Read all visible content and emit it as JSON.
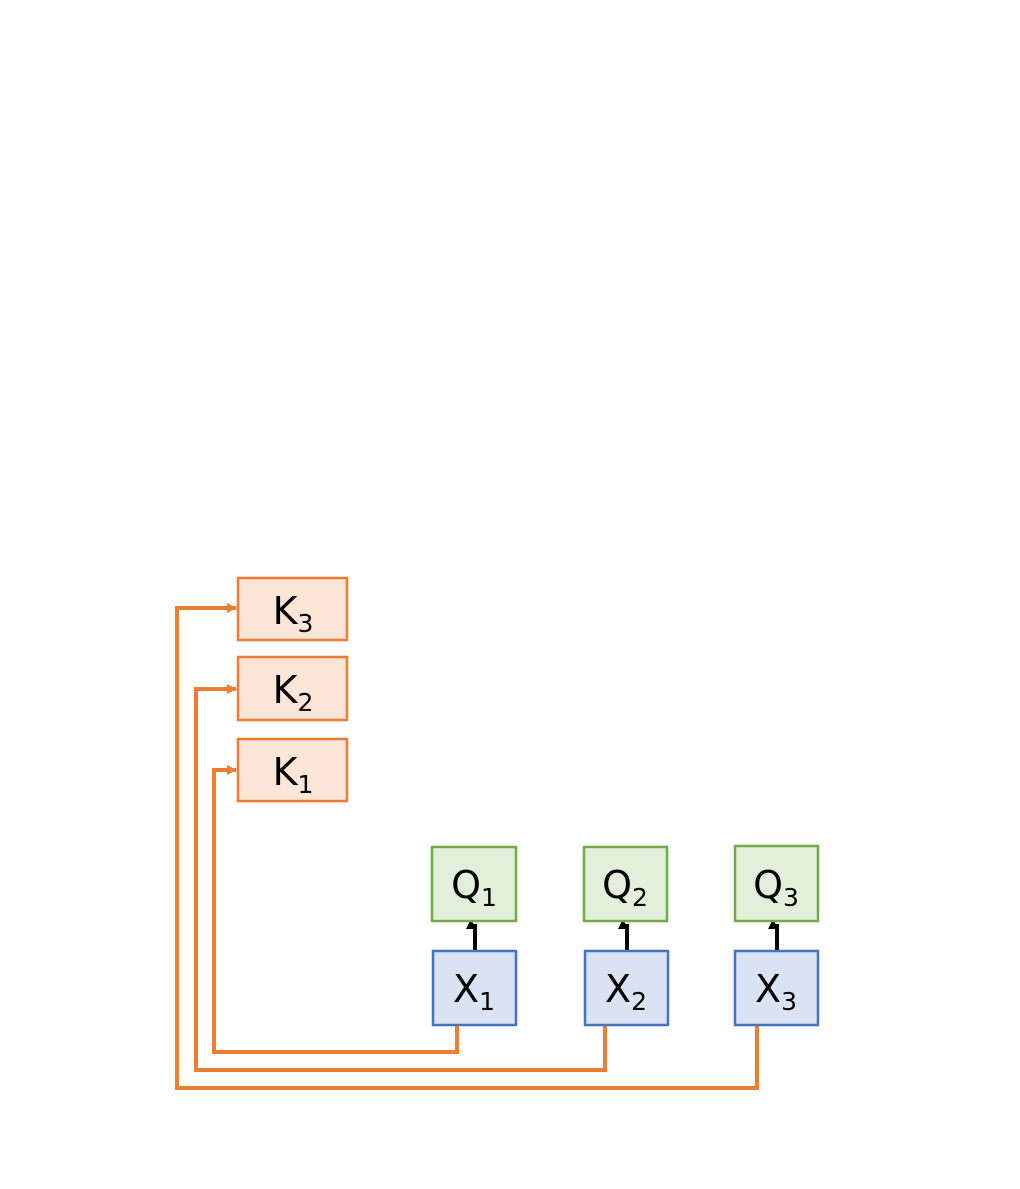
{
  "colors": {
    "key_fill": "#fbe5d6",
    "key_stroke": "#ed7d31",
    "query_fill": "#e2efda",
    "query_stroke": "#70ad47",
    "input_fill": "#dae3f3",
    "input_stroke": "#4472c4",
    "connector_line": "#ed7d31",
    "arrow": "#000000"
  },
  "keys": [
    {
      "letter": "K",
      "index": "3"
    },
    {
      "letter": "K",
      "index": "2"
    },
    {
      "letter": "K",
      "index": "1"
    }
  ],
  "queries": [
    {
      "letter": "Q",
      "index": "1"
    },
    {
      "letter": "Q",
      "index": "2"
    },
    {
      "letter": "Q",
      "index": "3"
    }
  ],
  "inputs": [
    {
      "letter": "X",
      "index": "1"
    },
    {
      "letter": "X",
      "index": "2"
    },
    {
      "letter": "X",
      "index": "3"
    }
  ]
}
